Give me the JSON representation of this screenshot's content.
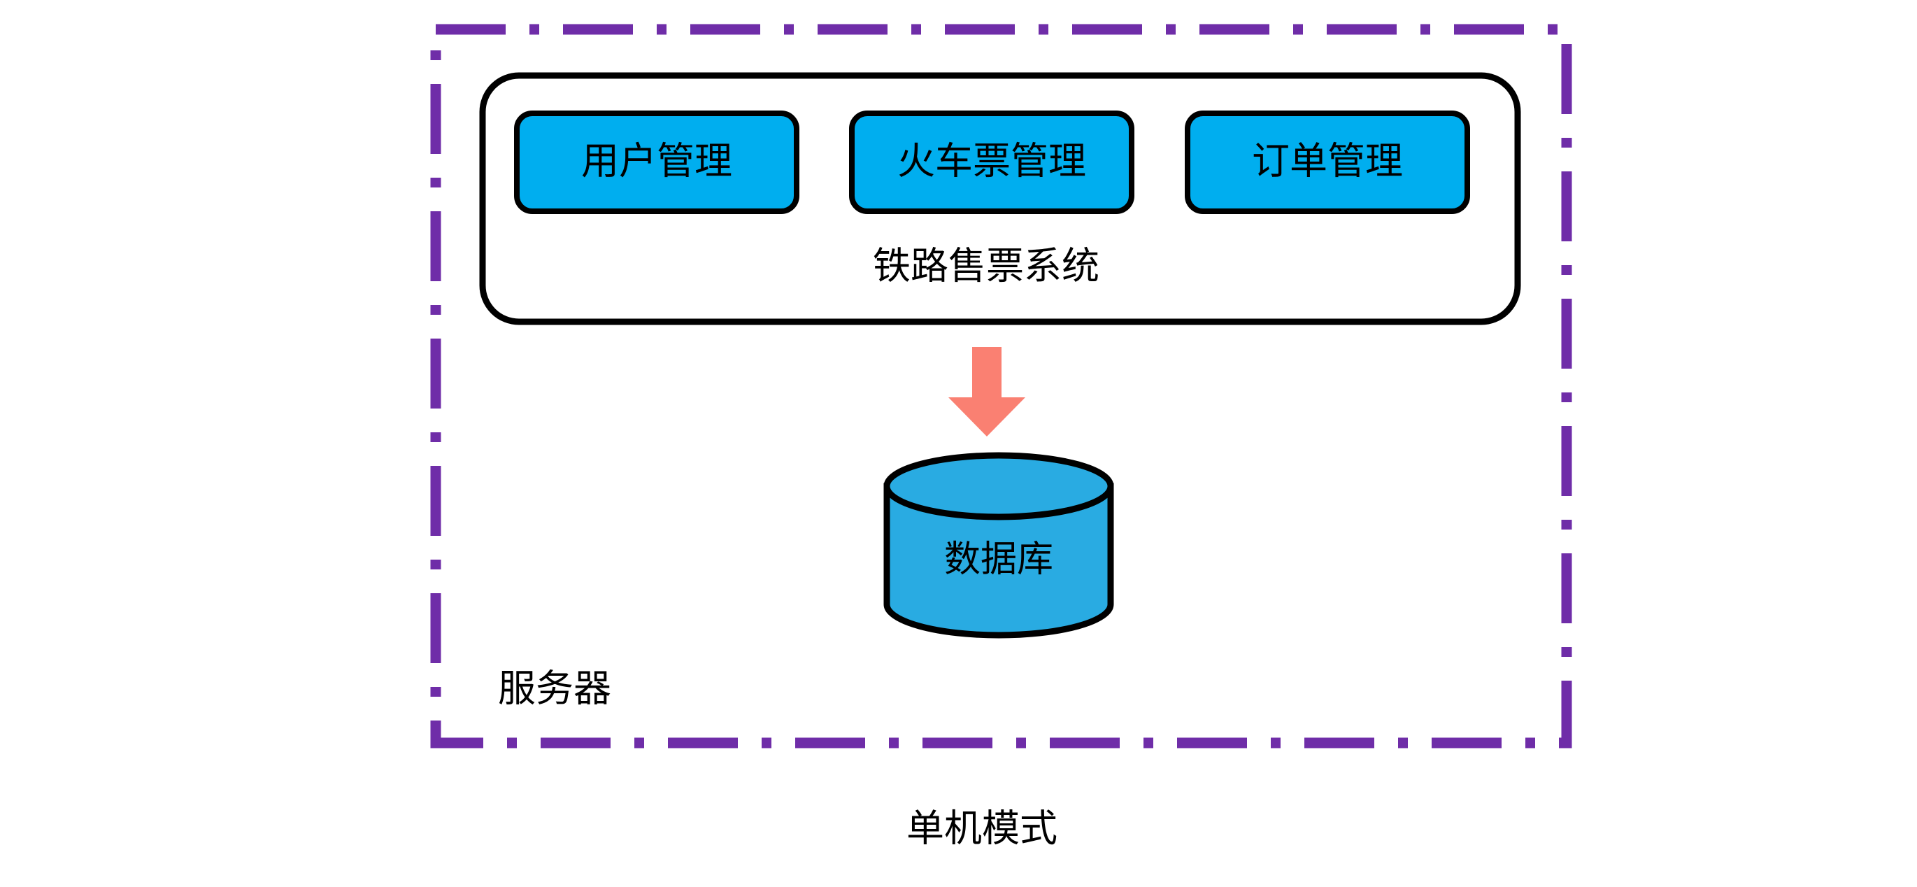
{
  "diagram": {
    "caption": "单机模式",
    "server": {
      "label": "服务器",
      "border_color": "#6F2DA8",
      "border_style": "dash-dot"
    },
    "system": {
      "label": "铁路售票系统",
      "border_color": "#000000",
      "fill": "#ffffff",
      "modules": [
        {
          "label": "用户管理",
          "fill": "#00AEEF"
        },
        {
          "label": "火车票管理",
          "fill": "#00AEEF"
        },
        {
          "label": "订单管理",
          "fill": "#00AEEF"
        }
      ]
    },
    "arrow": {
      "name": "down-arrow",
      "color": "#FA8072",
      "direction": "down"
    },
    "database": {
      "label": "数据库",
      "fill": "#29ABE2",
      "stroke": "#000000"
    }
  }
}
